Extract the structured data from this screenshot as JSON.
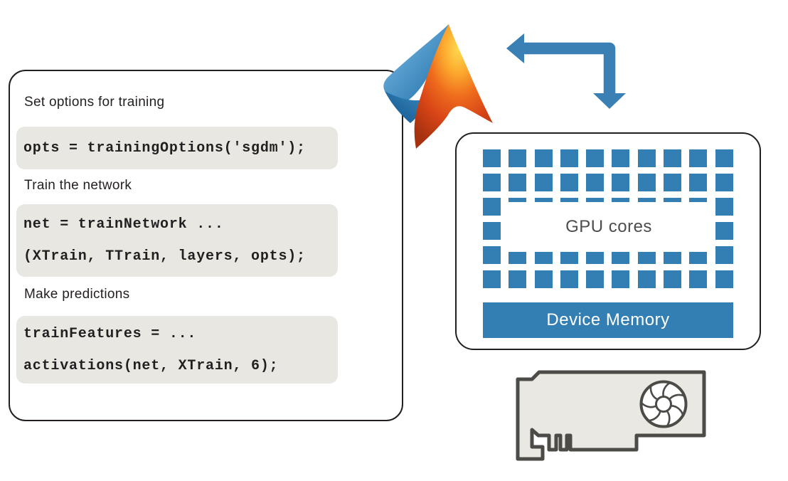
{
  "matlab_panel": {
    "sections": [
      {
        "label": "Set options for training",
        "code_lines": [
          "opts = trainingOptions('sgdm');"
        ]
      },
      {
        "label": "Train the network",
        "code_lines": [
          "net = trainNetwork ...",
          "(XTrain, TTrain, layers, opts);"
        ]
      },
      {
        "label": "Make predictions",
        "code_lines": [
          "trainFeatures = ...",
          "activations(net, XTrain, 6);"
        ]
      }
    ]
  },
  "gpu_panel": {
    "cores_label": "GPU cores",
    "memory_label": "Device Memory",
    "grid": {
      "columns": 10,
      "rows": 6
    }
  },
  "icons": {
    "matlab_logo": "matlab-membrane-logo",
    "transfer_arrow": "bidirectional-elbow-arrow",
    "graphics_card": "gpu-card-with-fan"
  },
  "colors": {
    "core_blue": "#337eb2",
    "arrow_blue": "#3a80b4",
    "code_background": "#e8e7e2",
    "panel_border": "#231f20",
    "card_fill": "#e9e8e3",
    "card_outline": "#4c4b47"
  }
}
